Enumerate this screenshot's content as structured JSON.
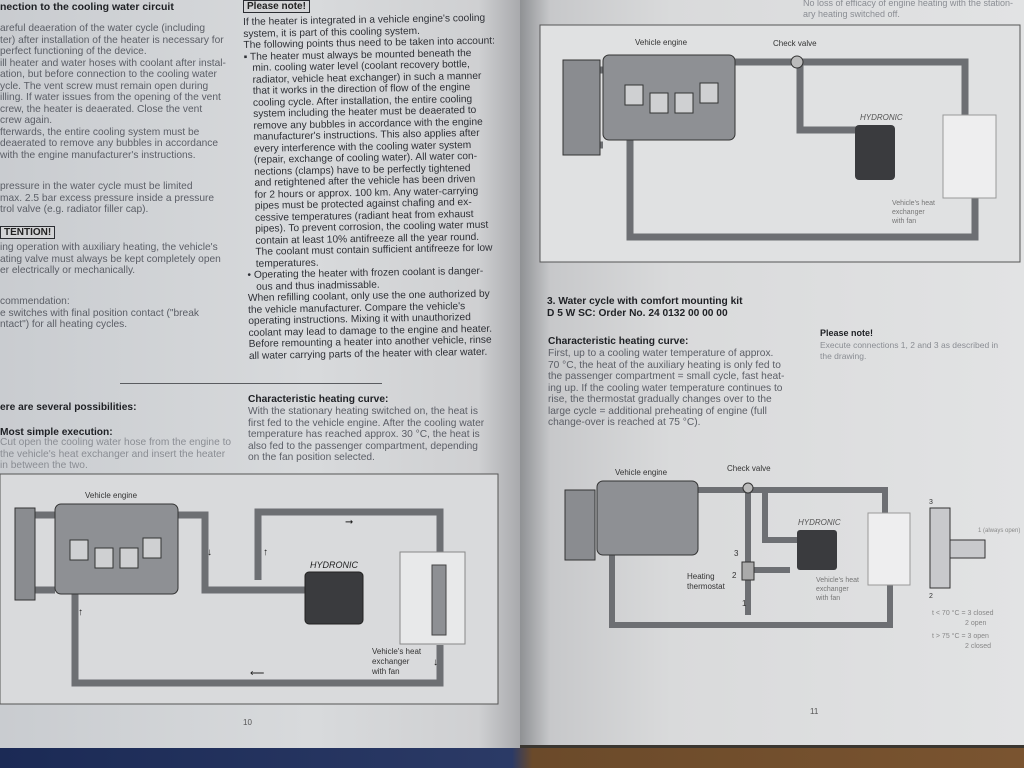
{
  "left_page": {
    "col1": {
      "heading": "nection to the cooling water circuit",
      "para1": [
        "areful deaeration of the water cycle (including",
        "ter) after installation of the heater is necessary for",
        "perfect functioning of the device.",
        "ill heater and water hoses with coolant after instal-",
        "ation, but before connection to the cooling water",
        "ycle. The vent screw must remain open during",
        "illing. If water issues from the opening of the vent",
        "crew, the heater is deaerated. Close the vent",
        "crew again.",
        "fterwards, the entire cooling system must be",
        "deaerated to remove any bubbles in accordance",
        "with the engine manufacturer's instructions."
      ],
      "para2": [
        "pressure in the water cycle must be limited",
        "max. 2.5 bar excess pressure inside a pressure",
        "trol valve (e.g. radiator filler cap)."
      ],
      "attention_label": "TENTION!",
      "attention_text": [
        "ing operation with auxiliary heating, the vehicle's",
        "ating valve must always be kept completely open",
        "er electrically or mechanically."
      ],
      "recommendation": [
        "commendation:",
        "e switches with final position contact (\"break",
        "ntact\") for all heating cycles."
      ]
    },
    "col2": {
      "note_label": "Please note!",
      "lines": [
        "If the heater is integrated in a vehicle engine's cooling",
        "system, it is part of this cooling system.",
        "The following points thus need to be taken into account:",
        "▪ The heater must always be mounted beneath the",
        "   min. cooling water level (coolant recovery bottle,",
        "   radiator, vehicle heat exchanger) in such a manner",
        "   that it works in the direction of flow of the engine",
        "   cooling cycle. After installation, the entire cooling",
        "   system including the heater must be deaerated to",
        "   remove any bubbles in accordance with the engine",
        "   manufacturer's instructions. This also applies after",
        "   every interference with the cooling water system",
        "   (repair, exchange of cooling water). All water con-",
        "   nections (clamps) have to be perfectly tightened",
        "   and retightened after the vehicle has been driven",
        "   for 2 hours or approx. 100 km. Any water-carrying",
        "   pipes must be protected against chafing and ex-",
        "   cessive temperatures (radiant heat from exhaust",
        "   pipes). To prevent corrosion, the cooling water must",
        "   contain at least 10% antifreeze all the year round.",
        "   The coolant must contain sufficient antifreeze for low",
        "   temperatures.",
        "• Operating the heater with frozen coolant is danger-",
        "   ous and thus inadmissable.",
        "When refilling coolant, only use the one authorized by",
        "the vehicle manufacturer. Compare the vehicle's",
        "operating instructions. Mixing it with unauthorized",
        "coolant may lead to damage to the engine and heater.",
        "Before remounting a heater into another vehicle, rinse",
        "all water carrying parts of the heater with clear water."
      ]
    },
    "possibilities_heading": "ere are several possibilities:",
    "simple_heading": "Most simple execution:",
    "simple_text": [
      "Cut open the cooling water hose from the engine to",
      "the vehicle's heat exchanger and insert the heater",
      "in between the two."
    ],
    "curve_heading": "Characteristic heating curve:",
    "curve_text": [
      "With the stationary heating switched on, the heat is",
      "first fed to the vehicle engine. After the cooling water",
      "temperature has reached approx. 30 °C, the heat is",
      "also fed to the passenger compartment, depending",
      "on the fan position selected."
    ],
    "diagram": {
      "engine": "Vehicle engine",
      "heater": "HYDRONIC",
      "exchanger": [
        "Vehicle's heat",
        "exchanger",
        "with fan"
      ]
    },
    "page_number": "10"
  },
  "right_page": {
    "top_note": [
      "No loss of efficacy of engine heating with the station-",
      "ary heating switched off."
    ],
    "diagram_top": {
      "engine": "Vehicle engine",
      "check_valve": "Check valve",
      "heater": "HYDRONIC",
      "exchanger": [
        "Vehicle's heat",
        "exchanger",
        "with fan"
      ]
    },
    "section_title": [
      "3. Water cycle with comfort mounting kit",
      "D 5 W SC: Order No. 24 0132 00 00 00"
    ],
    "curve_heading": "Characteristic heating curve:",
    "curve_text": [
      "First, up to a cooling water temperature of approx.",
      "70 °C, the heat of the auxiliary heating is only fed to",
      "the passenger compartment = small cycle, fast heat-",
      "ing up. If the cooling water temperature continues to",
      "rise, the thermostat gradually changes over to the",
      "large cycle = additional preheating of engine (full",
      "change-over is reached at 75 °C)."
    ],
    "note_heading": "Please note!",
    "note_text": [
      "Execute connections 1, 2 and 3 as described in",
      "the drawing."
    ],
    "diagram_bottom": {
      "engine": "Vehicle engine",
      "check_valve": "Check valve",
      "heater": "HYDRONIC",
      "thermostat": [
        "Heating",
        "thermostat"
      ],
      "exchanger": [
        "Vehicle's heat",
        "exchanger",
        "with fan"
      ],
      "port3": "3",
      "port2": "2",
      "port1": "1",
      "valve_3": "3",
      "valve_2": "2",
      "valve_1": "1 (always open)",
      "legend": [
        "t < 70 °C = 3 closed",
        "2 open",
        "t > 75 °C = 3 open",
        "2 closed"
      ]
    },
    "page_number": "11"
  }
}
